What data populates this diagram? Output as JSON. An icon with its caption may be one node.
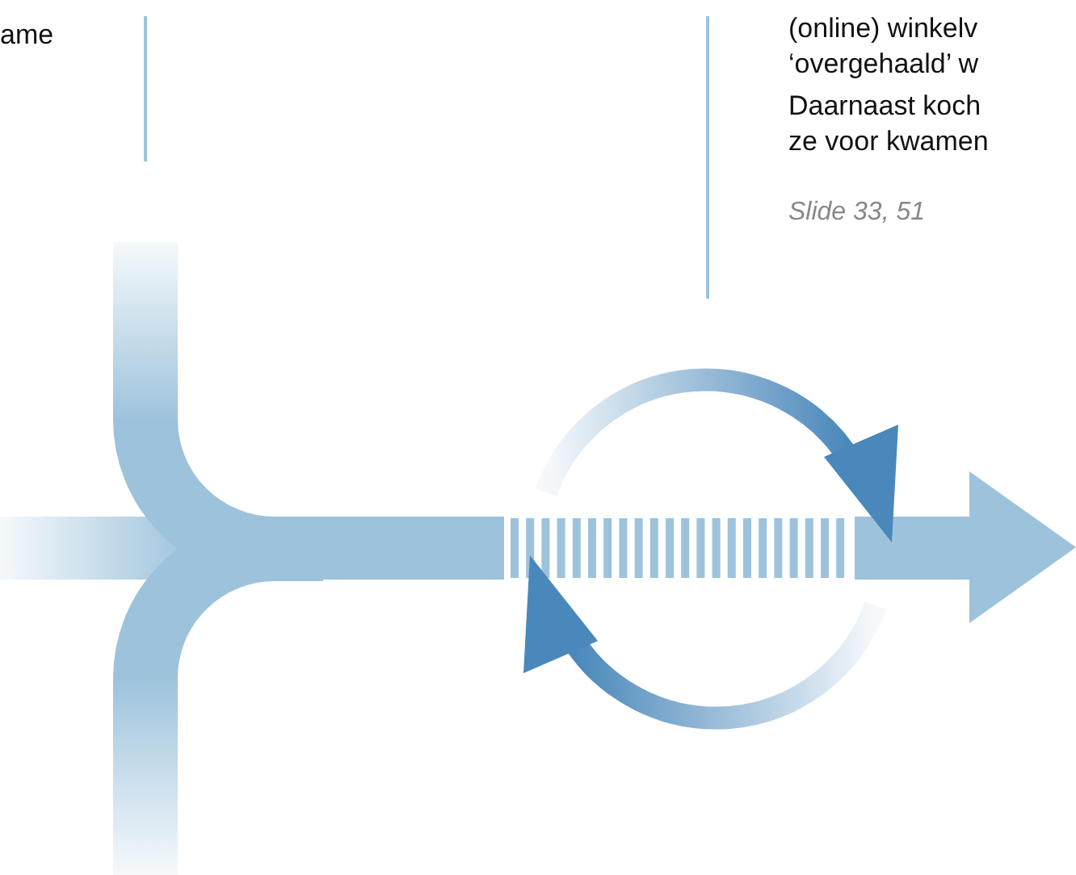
{
  "diagram": {
    "labels": [
      "ame",
      "(online) winkelv",
      "‘overgehaald’ w",
      "Daarnaast koch",
      "ze voor kwamen",
      "Slide 33, 51"
    ]
  }
}
